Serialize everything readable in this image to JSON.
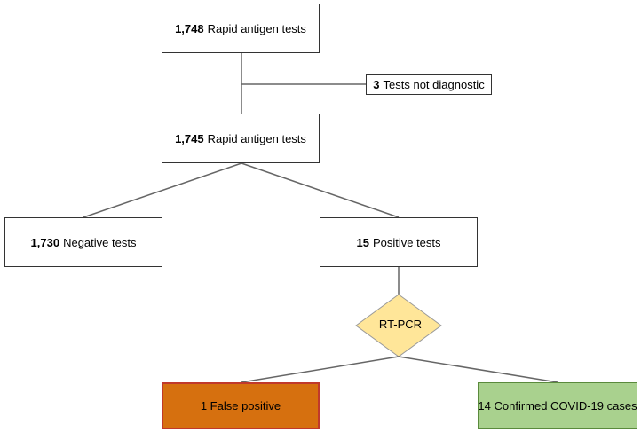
{
  "flowchart": {
    "start": {
      "count": "1,748",
      "label": "Rapid antigen tests"
    },
    "excluded": {
      "count": "3",
      "label": "Tests not diagnostic"
    },
    "valid": {
      "count": "1,745",
      "label": "Rapid antigen tests"
    },
    "negative": {
      "count": "1,730",
      "label": "Negative tests"
    },
    "positive": {
      "count": "15",
      "label": "Positive tests"
    },
    "decision": {
      "label": "RT-PCR"
    },
    "false_positive": {
      "label": "1 False positive"
    },
    "confirmed": {
      "label": "14 Confirmed COVID-19 cases"
    }
  },
  "colors": {
    "line": "#666666",
    "box_border": "#333333",
    "decision_fill": "#ffe699",
    "decision_border": "#999999",
    "false_positive_fill": "#d6700f",
    "false_positive_border": "#c0392b",
    "confirmed_fill": "#a9d18e"
  }
}
